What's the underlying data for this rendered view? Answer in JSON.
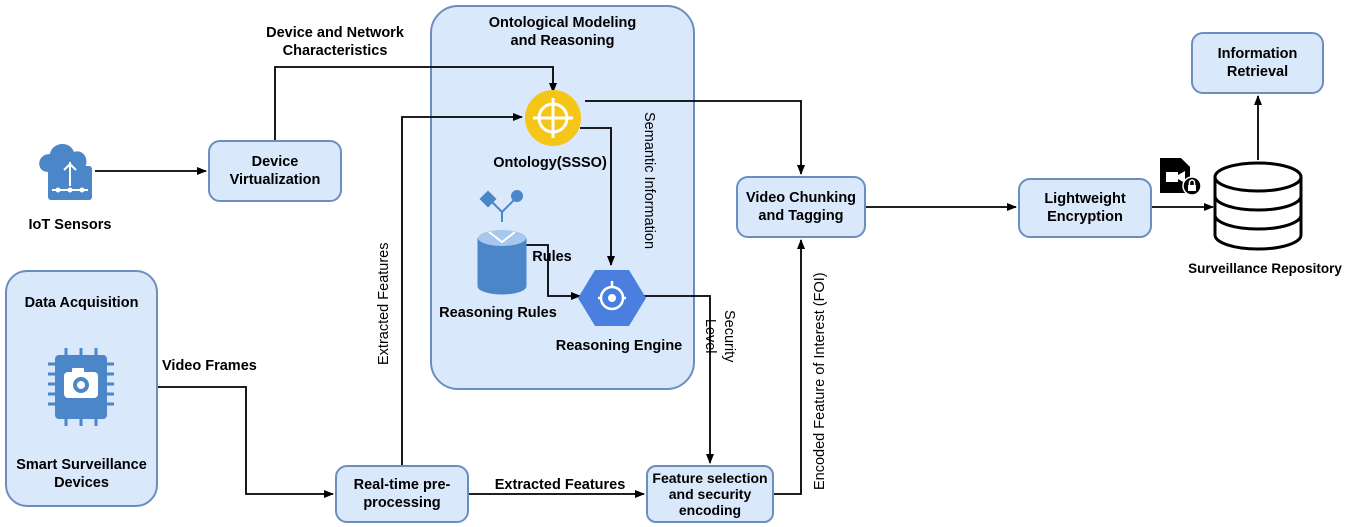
{
  "groups": {
    "ontology": "Ontological Modeling\nand Reasoning",
    "acquisition": "Data Acquisition"
  },
  "boxes": {
    "device_virtualization": "Device\nVirtualization",
    "realtime_preprocessing": "Real-time pre-\nprocessing",
    "feature_selection": "Feature selection\nand security\nencoding",
    "video_chunking": "Video Chunking\nand Tagging",
    "lightweight_encryption": "Lightweight\nEncryption",
    "information_retrieval": "Information\nRetrieval"
  },
  "nodes": {
    "iot_sensors": "IoT Sensors",
    "smart_devices": "Smart Surveillance\nDevices",
    "ontology_ssso": "Ontology(SSSO)",
    "reasoning_rules": "Reasoning Rules",
    "reasoning_engine": "Reasoning Engine",
    "surveillance_repository": "Surveillance  Repository"
  },
  "edge_labels": {
    "device_network": "Device and Network\nCharacteristics",
    "video_frames": "Video Frames",
    "extracted_features_vertical": "Extracted Features",
    "extracted_features_horizontal": "Extracted Features",
    "rules": "Rules",
    "semantic_information": "Semantic Information",
    "security_level": "Security\nLevel",
    "encoded_foi": "Encoded Feature of Interest (FOI)"
  },
  "colors": {
    "box_fill": "#dae8fc",
    "box_stroke": "#6c8ebf",
    "ontology_icon": "#f5c518",
    "engine_icon": "#4a7fe0",
    "iot_icon": "#4a86c8",
    "db_stroke": "#000000"
  }
}
